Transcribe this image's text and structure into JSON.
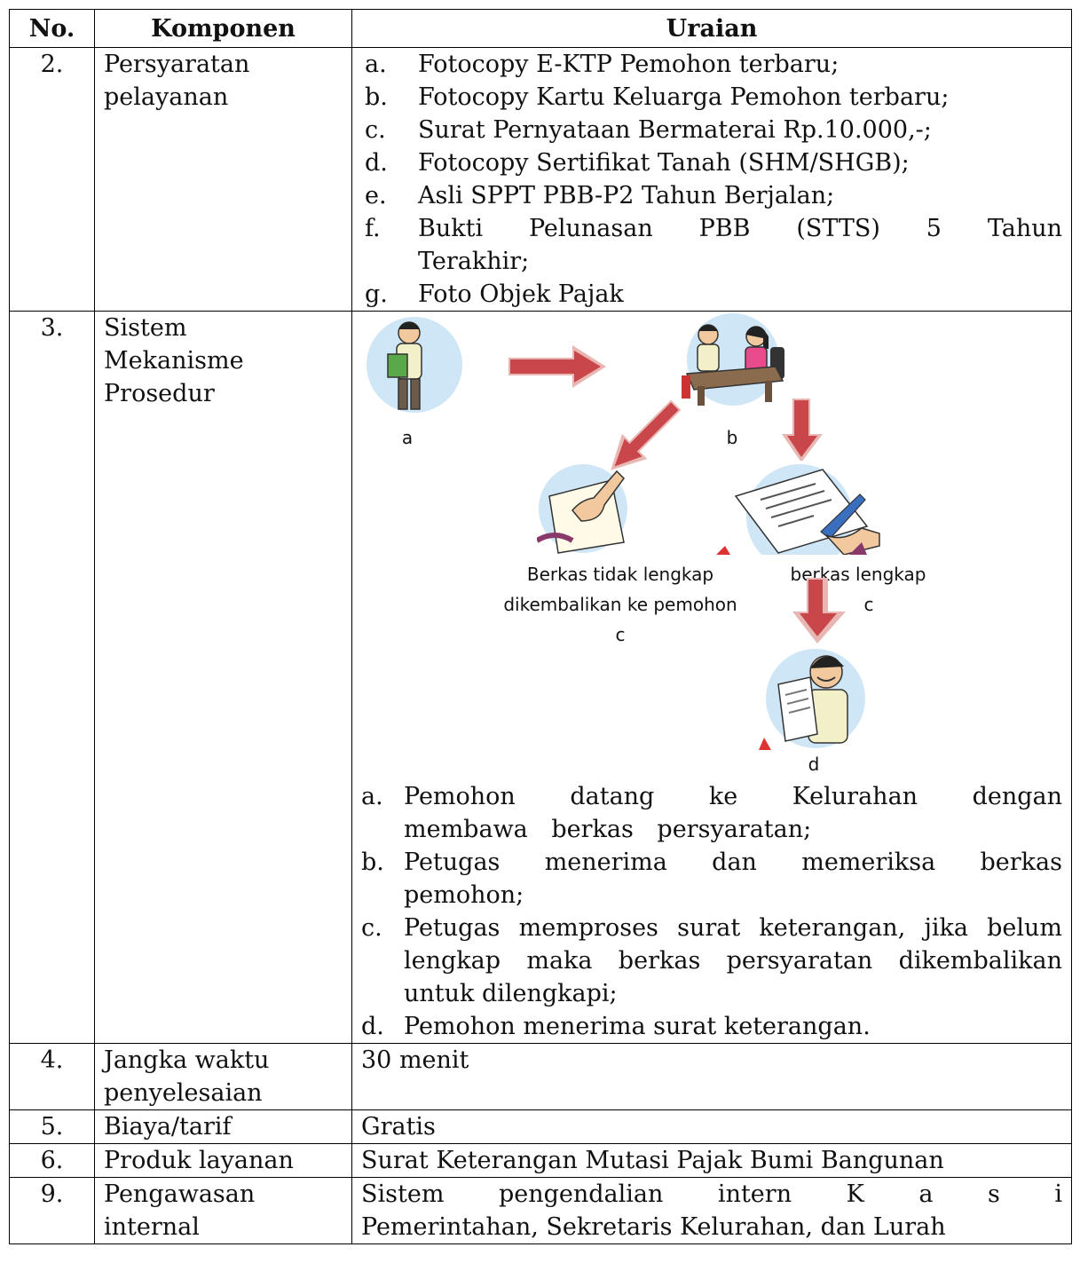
{
  "header": {
    "no": "No.",
    "komponen": "Komponen",
    "uraian": "Uraian"
  },
  "rows": {
    "r2": {
      "no": "2.",
      "komponen": "Persyaratan pelayanan",
      "items": [
        {
          "letter": "a.",
          "text": "Fotocopy E-KTP Pemohon terbaru;"
        },
        {
          "letter": "b.",
          "text": "Fotocopy Kartu Keluarga Pemohon terbaru;"
        },
        {
          "letter": "c.",
          "text": "Surat Pernyataan Bermaterai Rp.10.000,-;"
        },
        {
          "letter": "d.",
          "text": "Fotocopy Sertifikat Tanah (SHM/SHGB);"
        },
        {
          "letter": "e.",
          "text": "Asli SPPT PBB-P2 Tahun Berjalan;"
        },
        {
          "letter": "f.",
          "text": "Bukti Pelunasan PBB (STTS) 5 Tahun Terakhir;"
        },
        {
          "letter": "g.",
          "text": "Foto Objek Pajak"
        }
      ]
    },
    "r3": {
      "no": "3.",
      "komponen": "Sistem Mekanisme Prosedur",
      "diagram": {
        "label_a": "a",
        "label_b": "b",
        "label_incomplete_1": "Berkas tidak lengkap",
        "label_incomplete_2": "dikembalikan ke pemohon",
        "label_incomplete_c": "c",
        "label_complete": "berkas lengkap",
        "label_complete_c": "c",
        "label_d": "d"
      },
      "steps": [
        {
          "letter": "a.",
          "text": "Pemohon datang ke Kelurahan dengan membawa berkas persyaratan;"
        },
        {
          "letter": "b.",
          "text": "Petugas menerima dan memeriksa berkas pemohon;"
        },
        {
          "letter": "c.",
          "text": "Petugas memproses surat keterangan, jika belum lengkap maka berkas persyaratan dikembalikan untuk dilengkapi;"
        },
        {
          "letter": "d.",
          "text": "Pemohon menerima surat keterangan."
        }
      ]
    },
    "r4": {
      "no": "4.",
      "komponen": "Jangka waktu penyelesaian",
      "uraian": "30 menit"
    },
    "r5": {
      "no": "5.",
      "komponen": "Biaya/tarif",
      "uraian": "Gratis"
    },
    "r6": {
      "no": "6.",
      "komponen": "Produk layanan",
      "uraian": "Surat Keterangan Mutasi Pajak Bumi Bangunan"
    },
    "r9": {
      "no": "9.",
      "komponen": "Pengawasan internal",
      "uraian_line1": "Sistem pengendalian intern K a s i",
      "uraian_line2": "Pemerintahan, Sekretaris Kelurahan, dan Lurah"
    }
  },
  "colors": {
    "arrow": "#c9474a",
    "arrow_light": "#e9b7b3",
    "circle": "#cfe6f6"
  }
}
